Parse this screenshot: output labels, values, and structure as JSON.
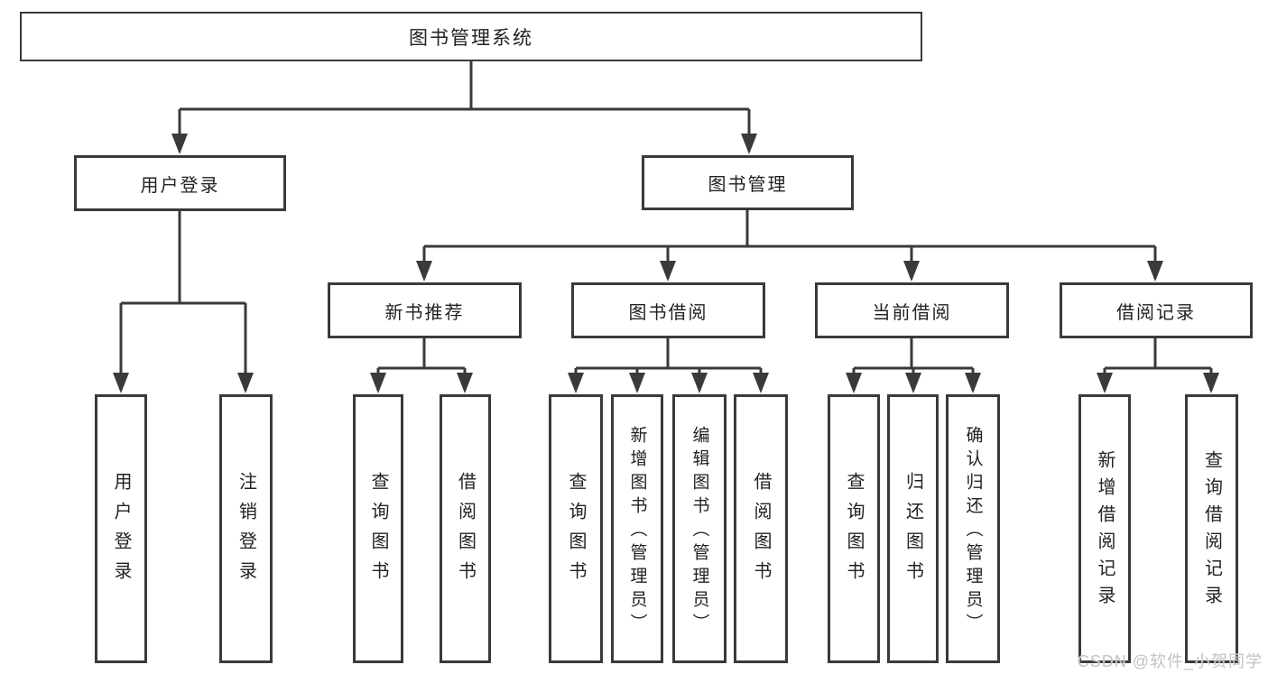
{
  "diagram": {
    "title": "图书管理系统",
    "watermark": "CSDN @软件_小贺同学",
    "colors": {
      "line": "#3a3a3a",
      "text": "#222222",
      "watermark": "#c3c3c3",
      "background": "#ffffff"
    },
    "level2": [
      {
        "label": "用户登录"
      },
      {
        "label": "图书管理"
      }
    ],
    "level3": [
      {
        "label": "新书推荐",
        "parent": "图书管理"
      },
      {
        "label": "图书借阅",
        "parent": "图书管理"
      },
      {
        "label": "当前借阅",
        "parent": "图书管理"
      },
      {
        "label": "借阅记录",
        "parent": "图书管理"
      }
    ],
    "leaves": [
      {
        "label": "用户登录",
        "parent": "用户登录"
      },
      {
        "label": "注销登录",
        "parent": "用户登录"
      },
      {
        "label": "查询图书",
        "parent": "新书推荐"
      },
      {
        "label": "借阅图书",
        "parent": "新书推荐"
      },
      {
        "label": "查询图书",
        "parent": "图书借阅"
      },
      {
        "label": "新增图书（管理员）",
        "parent": "图书借阅"
      },
      {
        "label": "编辑图书（管理员）",
        "parent": "图书借阅"
      },
      {
        "label": "借阅图书",
        "parent": "图书借阅"
      },
      {
        "label": "查询图书",
        "parent": "当前借阅"
      },
      {
        "label": "归还图书",
        "parent": "当前借阅"
      },
      {
        "label": "确认归还（管理员）",
        "parent": "当前借阅"
      },
      {
        "label": "新增借阅记录",
        "parent": "借阅记录"
      },
      {
        "label": "查询借阅记录",
        "parent": "借阅记录"
      }
    ]
  }
}
